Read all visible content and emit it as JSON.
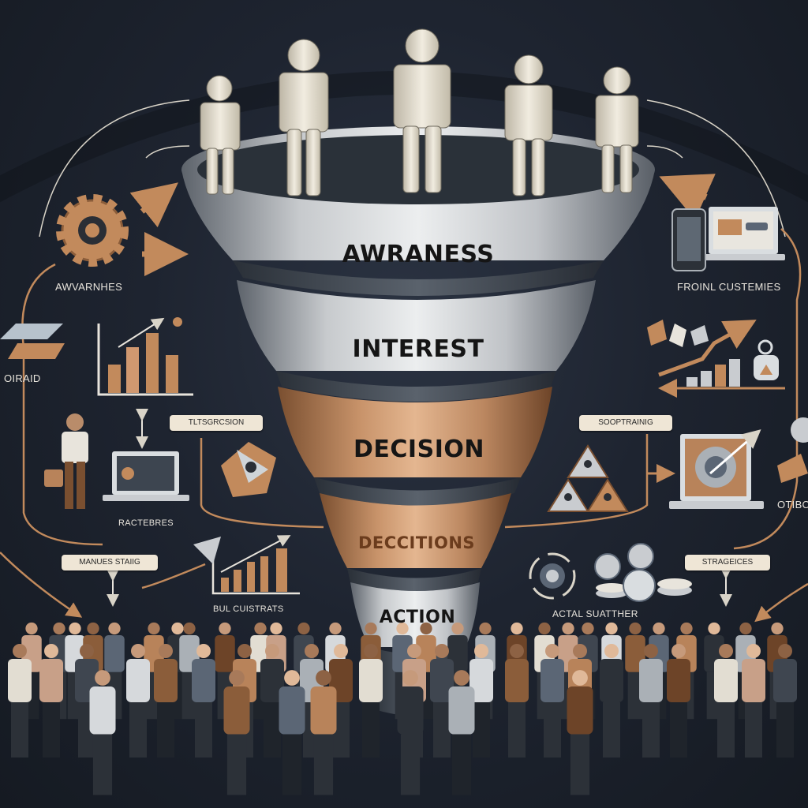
{
  "funnel": {
    "stages": [
      {
        "label": "AWRANESS"
      },
      {
        "label": "INTEREST"
      },
      {
        "label": "DECISION"
      },
      {
        "label": "DECCITIONS"
      },
      {
        "label": "ACTION"
      }
    ]
  },
  "left_labels": {
    "top": "AWVARNHES",
    "middle": "OIRAID",
    "lower": "RACTEBRES",
    "tag_top": "TLTSGRCSION",
    "tag_bottom": "MANUES STAIIG",
    "bottom": "BUL CUISTRATS"
  },
  "right_labels": {
    "top": "FROINL CUSTEMIES",
    "tag_top": "SOOPTRAINIG",
    "middle": "OTIBC",
    "tag_bottom": "STRAGEICES",
    "bottom": "ACTAL SUATTHER"
  },
  "colors": {
    "background": "#1c222d",
    "funnel_gray": "#c9ccd0",
    "funnel_copper": "#b8835a",
    "accent_copper": "#c28a5c"
  }
}
